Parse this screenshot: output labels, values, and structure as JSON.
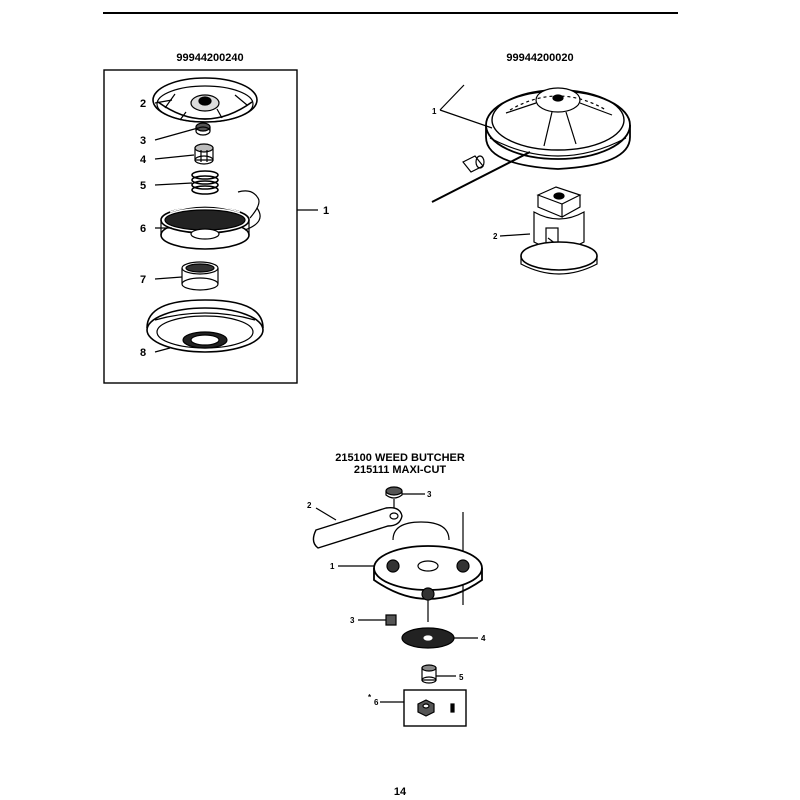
{
  "page": {
    "page_number": "14"
  },
  "diagram_left": {
    "title": "99944200240",
    "callouts": [
      "1",
      "2",
      "3",
      "4",
      "5",
      "6",
      "7",
      "8"
    ]
  },
  "diagram_right": {
    "title": "99944200020",
    "callouts": [
      "1",
      "2"
    ]
  },
  "diagram_bottom": {
    "title_line1": "215100 WEED BUTCHER",
    "title_line2": "215111 MAXI-CUT",
    "callouts": [
      "1",
      "2",
      "3",
      "3",
      "4",
      "5",
      "6"
    ],
    "asterisk": "*"
  }
}
